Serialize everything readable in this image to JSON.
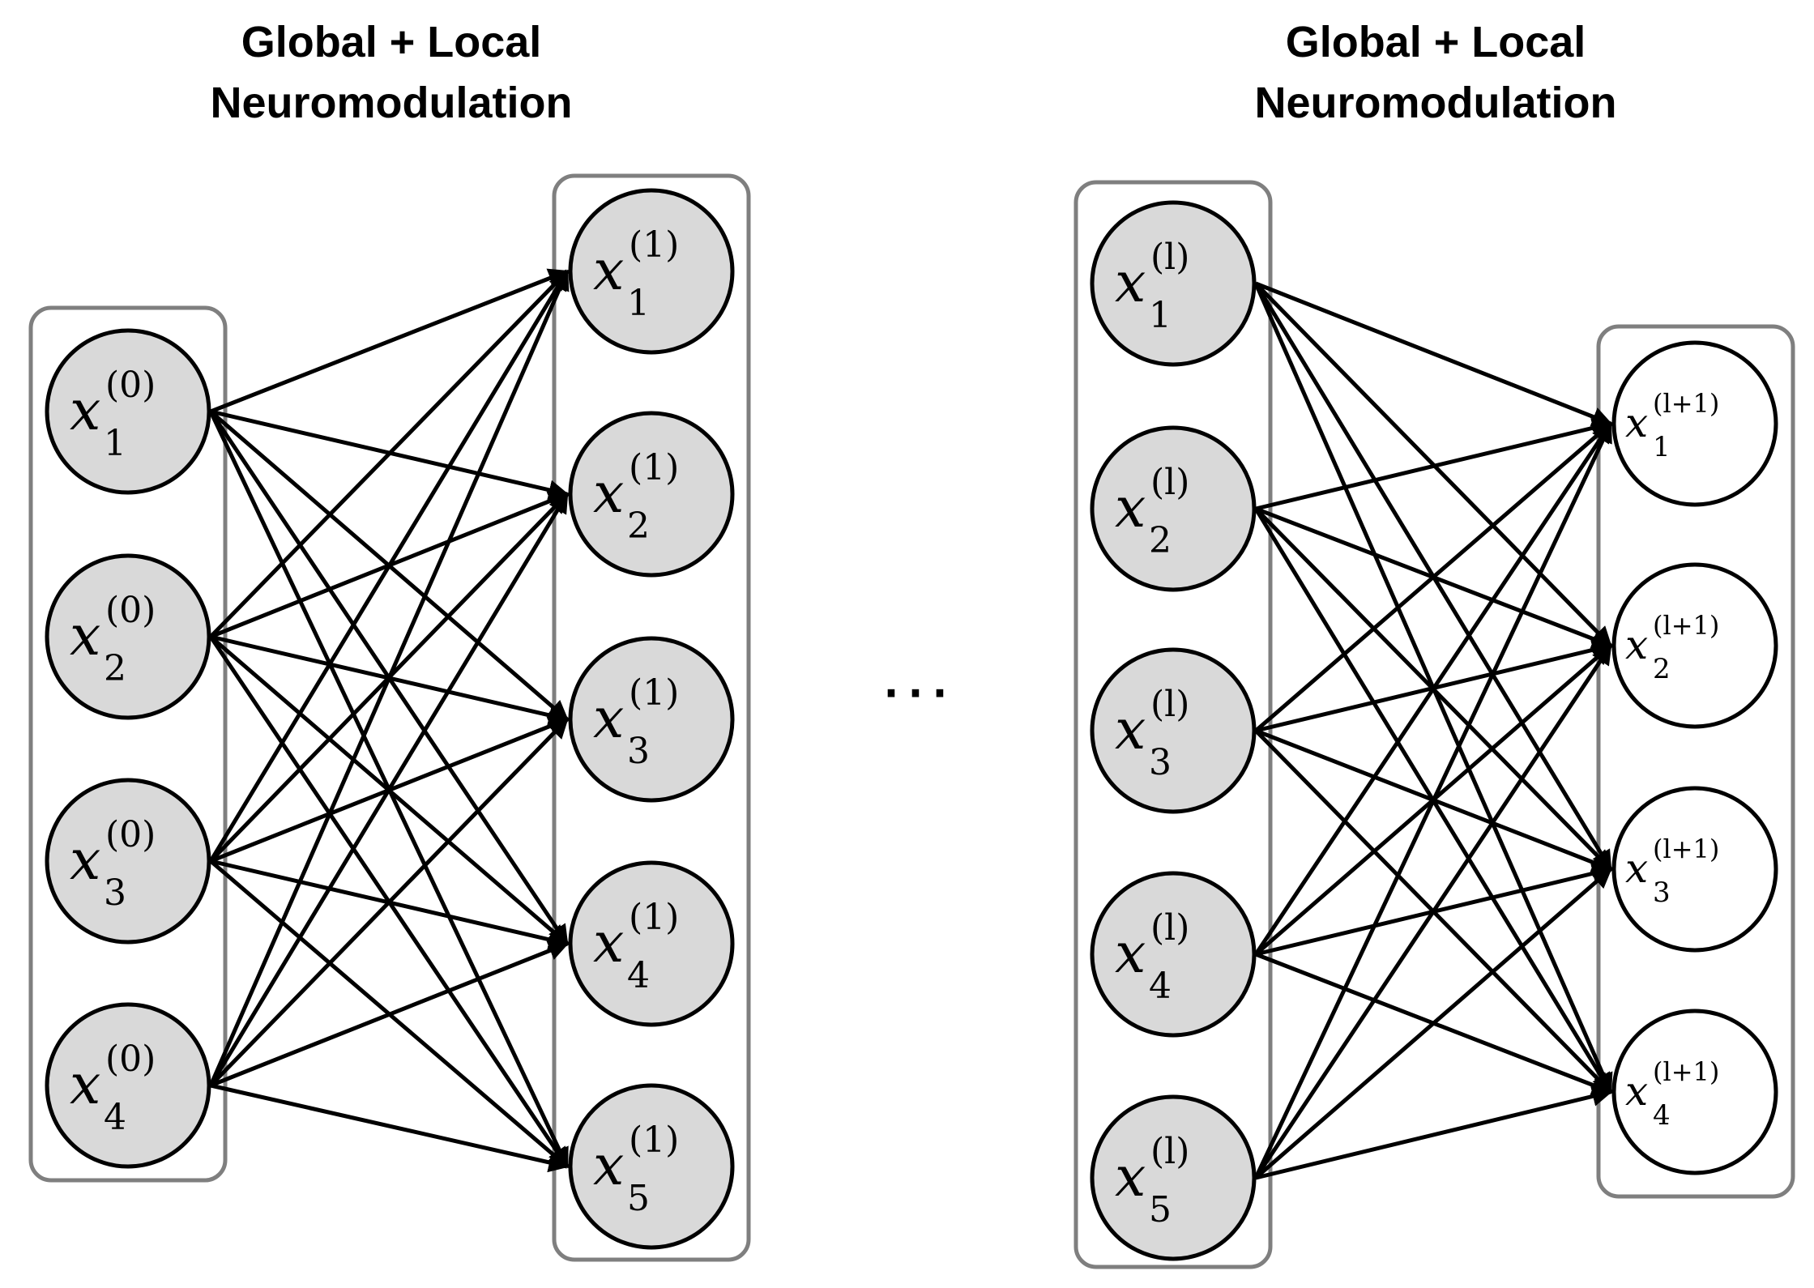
{
  "titles": {
    "left_line1": "Global + Local",
    "left_line2": "Neuromodulation",
    "right_line1": "Global + Local",
    "right_line2": "Neuromodulation"
  },
  "ellipsis": "···",
  "colors": {
    "filled_node": "#d9d9d9",
    "empty_node": "#ffffff",
    "box_stroke": "#7f7f7f",
    "edge": "#000000"
  },
  "layers": [
    {
      "id": "layer0",
      "fill": "filled",
      "nodes": [
        {
          "x": "x",
          "sub": "1",
          "sup": "(0)"
        },
        {
          "x": "x",
          "sub": "2",
          "sup": "(0)"
        },
        {
          "x": "x",
          "sub": "3",
          "sup": "(0)"
        },
        {
          "x": "x",
          "sub": "4",
          "sup": "(0)"
        }
      ]
    },
    {
      "id": "layer1",
      "fill": "filled",
      "nodes": [
        {
          "x": "x",
          "sub": "1",
          "sup": "(1)"
        },
        {
          "x": "x",
          "sub": "2",
          "sup": "(1)"
        },
        {
          "x": "x",
          "sub": "3",
          "sup": "(1)"
        },
        {
          "x": "x",
          "sub": "4",
          "sup": "(1)"
        },
        {
          "x": "x",
          "sub": "5",
          "sup": "(1)"
        }
      ]
    },
    {
      "id": "layerl",
      "fill": "filled",
      "nodes": [
        {
          "x": "x",
          "sub": "1",
          "sup": "(l)"
        },
        {
          "x": "x",
          "sub": "2",
          "sup": "(l)"
        },
        {
          "x": "x",
          "sub": "3",
          "sup": "(l)"
        },
        {
          "x": "x",
          "sub": "4",
          "sup": "(l)"
        },
        {
          "x": "x",
          "sub": "5",
          "sup": "(l)"
        }
      ]
    },
    {
      "id": "layerl1",
      "fill": "empty",
      "nodes": [
        {
          "x": "x",
          "sub": "1",
          "sup": "(l+1)"
        },
        {
          "x": "x",
          "sub": "2",
          "sup": "(l+1)"
        },
        {
          "x": "x",
          "sub": "3",
          "sup": "(l+1)"
        },
        {
          "x": "x",
          "sub": "4",
          "sup": "(l+1)"
        }
      ]
    }
  ],
  "connections": [
    {
      "from": "layer0",
      "to": "layer1"
    },
    {
      "from": "layerl",
      "to": "layerl1"
    }
  ]
}
